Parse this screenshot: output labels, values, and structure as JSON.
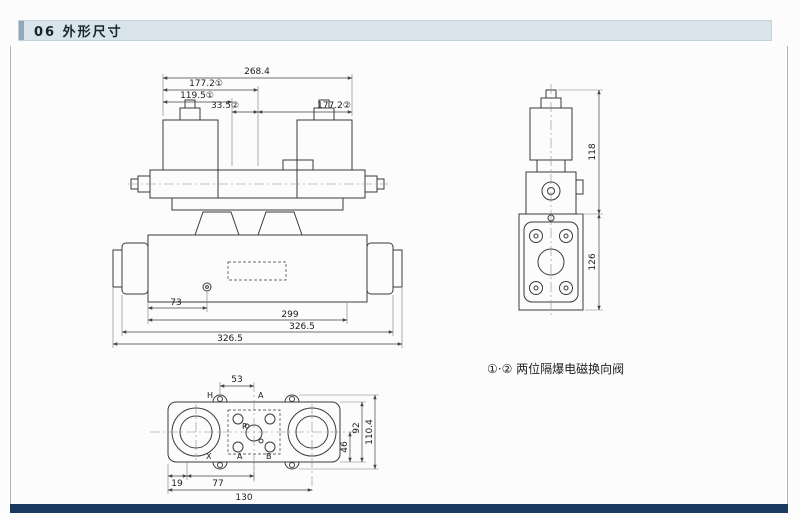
{
  "header": {
    "title": "06 外形尺寸"
  },
  "note": "①·② 两位隔爆电磁换向阀",
  "colors": {
    "header_bg": "#d9e4ea",
    "header_accent": "#8fa9b8",
    "footer_bar": "#1a3a5f",
    "drawing_line": "#3a3a3a"
  },
  "front_view": {
    "dim_overall_width": "268.4",
    "dim_177_2_1": "177.2①",
    "dim_119_5": "119.5①",
    "dim_33_5": "33.5②",
    "dim_177_2_2": "177.2②",
    "dim_73": "73",
    "dim_299": "299",
    "dim_326_5_a": "326.5",
    "dim_326_5_b": "326.5"
  },
  "side_view": {
    "dim_118": "118",
    "dim_126": "126"
  },
  "bottom_view": {
    "dim_53": "53",
    "dim_92": "92",
    "dim_110_4": "110.4",
    "dim_46": "46",
    "dim_19": "19",
    "dim_77": "77",
    "dim_130": "130",
    "port_h": "H",
    "port_a_top": "A",
    "port_x": "X",
    "port_a": "A",
    "port_b": "B",
    "port_p": "P"
  }
}
